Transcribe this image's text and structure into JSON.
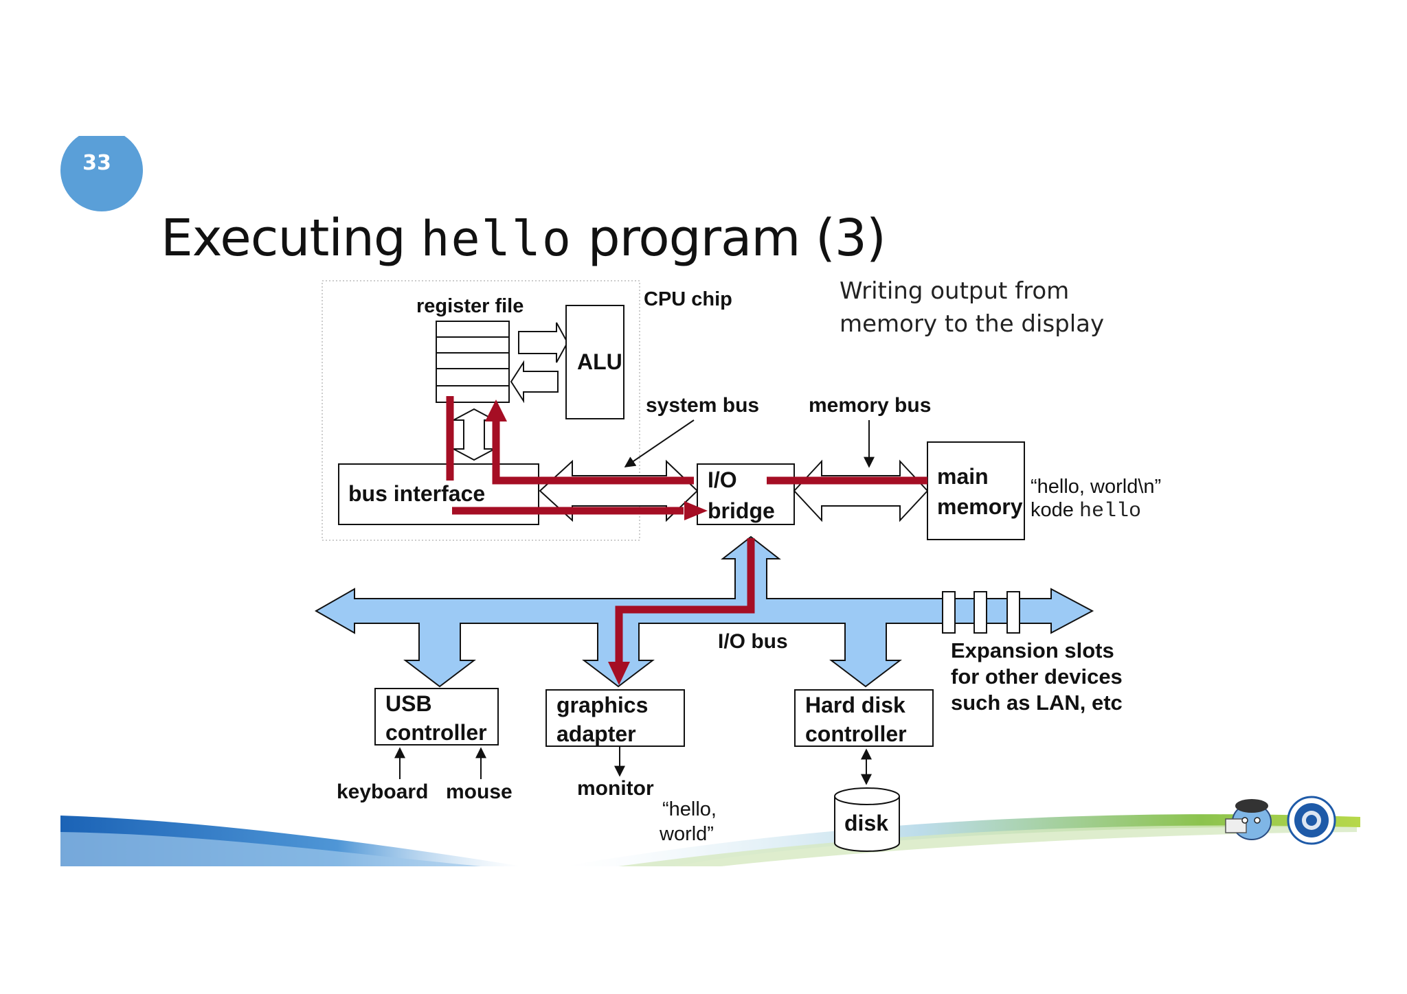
{
  "slide": {
    "page_number": "33",
    "title_pre": "Executing ",
    "title_code": "hello",
    "title_post": " program (3)",
    "subtitle_line1": "Writing output from",
    "subtitle_line2": "memory to the display"
  },
  "diagram": {
    "cpu_chip": "CPU chip",
    "register_file": "register file",
    "alu": "ALU",
    "system_bus": "system bus",
    "memory_bus": "memory bus",
    "bus_interface": "bus interface",
    "io_bridge_line1": "I/O",
    "io_bridge_line2": "bridge",
    "main_memory_line1": "main",
    "main_memory_line2": "memory",
    "memory_content_string": "“hello, world\\n”",
    "memory_content_code_pre": "kode ",
    "memory_content_code": "hello",
    "io_bus": "I/O bus",
    "expansion_line1": "Expansion slots",
    "expansion_line2": "for other devices",
    "expansion_line3": "such as LAN, etc",
    "usb_line1": "USB",
    "usb_line2": "controller",
    "graphics_line1": "graphics",
    "graphics_line2": "adapter",
    "hdd_line1": "Hard disk",
    "hdd_line2": "controller",
    "keyboard": "keyboard",
    "mouse": "mouse",
    "monitor": "monitor",
    "monitor_output_line1": "“hello,",
    "monitor_output_line2": "world”",
    "disk": "disk"
  },
  "colors": {
    "accent_badge": "#5a9fd8",
    "bus_fill": "#9ccaf5",
    "data_path": "#a50e24"
  }
}
